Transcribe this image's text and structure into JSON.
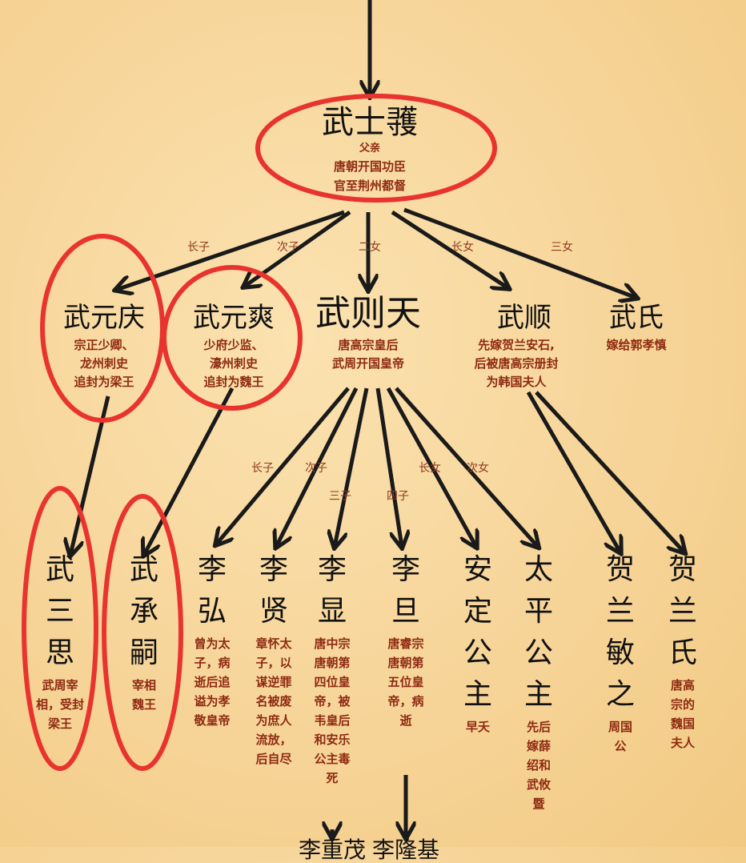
{
  "colors": {
    "background": "#f6d396",
    "name": "#111111",
    "note": "#8e2a12",
    "circle": "#e8332e",
    "arrow": "#1a1a1a"
  },
  "root": {
    "name": "武士彟",
    "role": "父亲",
    "notes": [
      "唐朝开国功臣",
      "官至荆州都督"
    ]
  },
  "generation2_labels": [
    "长子",
    "次子",
    "二女",
    "长女",
    "三女"
  ],
  "generation2": [
    {
      "name": "武元庆",
      "notes": [
        "宗正少卿、",
        "龙州刺史",
        "追封为梁王"
      ]
    },
    {
      "name": "武元爽",
      "notes": [
        "少府少监、",
        "濠州刺史",
        "追封为魏王"
      ]
    },
    {
      "name": "武则天",
      "notes": [
        "唐高宗皇后",
        "武周开国皇帝"
      ]
    },
    {
      "name": "武顺",
      "notes": [
        "先嫁贺兰安石,",
        "后被唐高宗册封",
        "为韩国夫人"
      ]
    },
    {
      "name": "武氏",
      "notes": [
        "嫁给郭孝慎"
      ]
    }
  ],
  "generation3_labels": [
    "长子",
    "次子",
    "三子",
    "四子",
    "长女",
    "次女"
  ],
  "generation3": [
    {
      "name": "武三思",
      "notes": [
        "武周宰",
        "相，受封",
        "梁王"
      ]
    },
    {
      "name": "武承嗣",
      "notes": [
        "宰相",
        "魏王"
      ]
    },
    {
      "name": "李弘",
      "notes": [
        "曾为太",
        "子，病",
        "逝后追",
        "谥为孝",
        "敬皇帝"
      ]
    },
    {
      "name": "李贤",
      "notes": [
        "章怀太",
        "子，以",
        "谋逆罪",
        "名被废",
        "为庶人",
        "流放，",
        "后自尽"
      ]
    },
    {
      "name": "李显",
      "notes": [
        "唐中宗",
        "唐朝第",
        "四位皇",
        "帝，被",
        "韦皇后",
        "和安乐",
        "公主毒",
        "死"
      ]
    },
    {
      "name": "李旦",
      "notes": [
        "唐睿宗",
        "唐朝第",
        "五位皇",
        "帝，病",
        "逝"
      ]
    },
    {
      "name": "安定公主",
      "notes": [
        "早夭"
      ]
    },
    {
      "name": "太平公主",
      "notes": [
        "先后",
        "嫁薛",
        "绍和",
        "武攸",
        "暨"
      ]
    },
    {
      "name": "贺兰敏之",
      "notes": [
        "周国",
        "公"
      ]
    },
    {
      "name": "贺兰氏",
      "notes": [
        "唐高",
        "宗的",
        "魏国",
        "夫人"
      ]
    }
  ],
  "generation4": [
    {
      "name": "李重茂"
    },
    {
      "name": "李隆基"
    }
  ]
}
